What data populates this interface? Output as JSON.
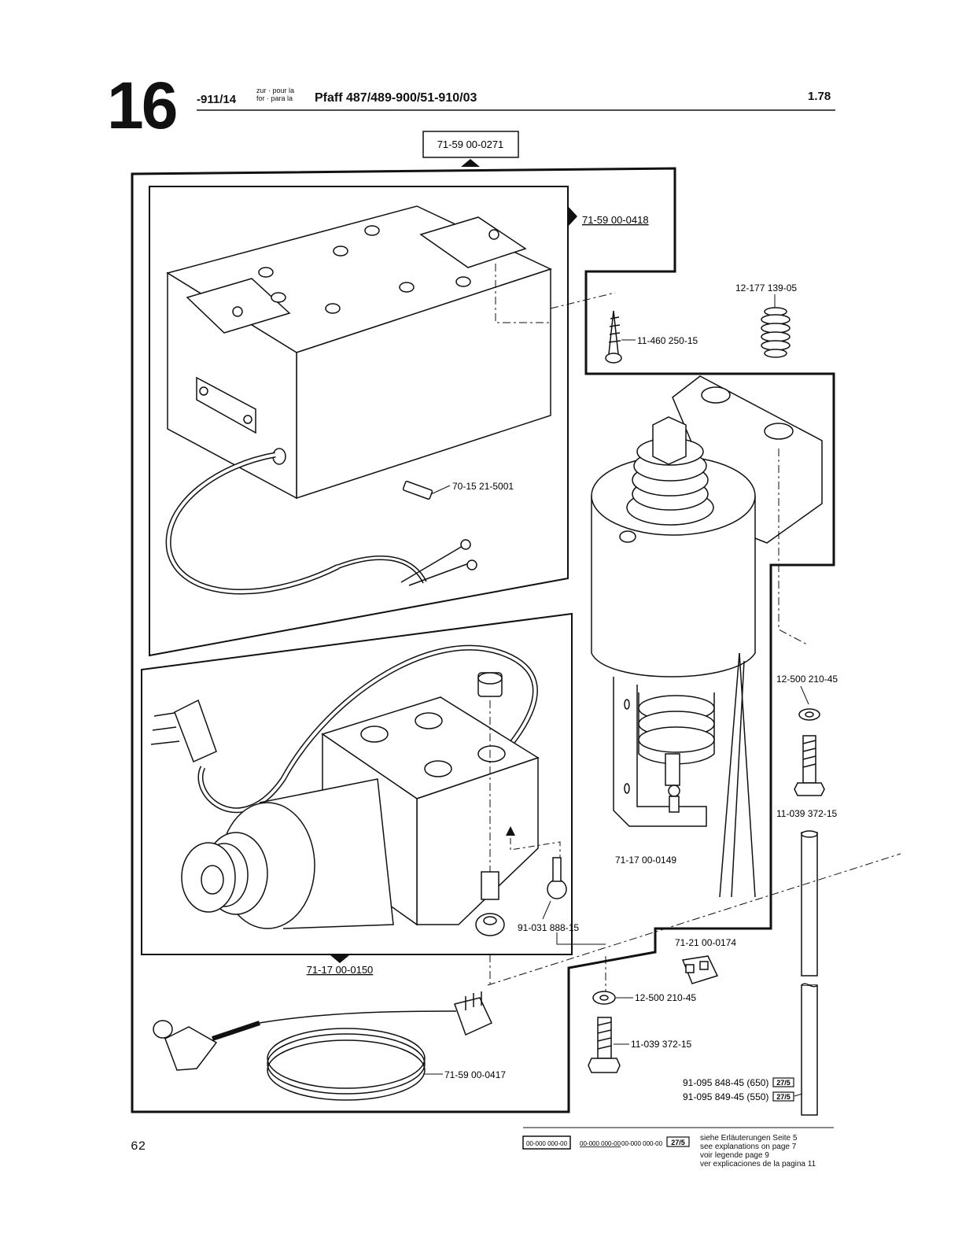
{
  "header": {
    "section_number": "16",
    "group_code": "-911/14",
    "lang_top": "zur · pour la",
    "lang_bottom": "for · para la",
    "model": "Pfaff 487/489-900/51-910/03",
    "edition": "1.78"
  },
  "footer": {
    "page_number": "62",
    "legend_box": "00-000 000-00",
    "legend_underlined": "00-000 000-00",
    "legend_plain": "00-000 000-00",
    "legend_badge": "27/5",
    "explanations": [
      "siehe Erläuterungen Seite 5",
      "see explanations on page 7",
      "voir legende page 9",
      "ver explicaciones de la pagina 11"
    ]
  },
  "parts": {
    "assembly_top": "71-59 00-0271",
    "control_box": "71-59 00-0418",
    "spring": "12-177 139-05",
    "wood_screw": "11-460 250-15",
    "fuse": "70-15 21-5001",
    "washer_right": "12-500 210-45",
    "screw_right": "11-039 372-15",
    "solenoid": "71-17 00-0149",
    "ball_stud": "91-031 888-15",
    "connector": "71-21 00-0174",
    "motor_unit": "71-17 00-0150",
    "washer_lower": "12-500 210-45",
    "screw_lower": "11-039 372-15",
    "cable": "71-59 00-0417",
    "rod_650": "91-095 848-45 (650)",
    "rod_550": "91-095 849-45 (550)",
    "rod_badge": "27/5"
  }
}
